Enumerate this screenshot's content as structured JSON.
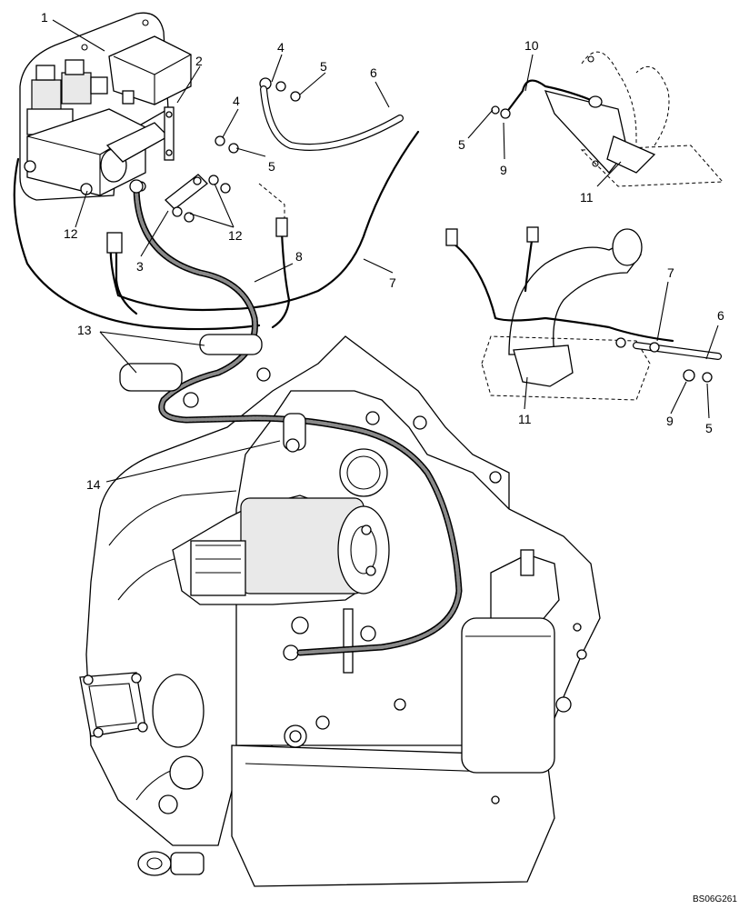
{
  "callouts": [
    "1",
    "2",
    "3",
    "4",
    "4",
    "5",
    "5",
    "6",
    "7",
    "8",
    "12",
    "12",
    "13",
    "14",
    "10",
    "5",
    "9",
    "11",
    "7",
    "6",
    "11",
    "9",
    "5"
  ],
  "drawing_code": "BS06G261"
}
